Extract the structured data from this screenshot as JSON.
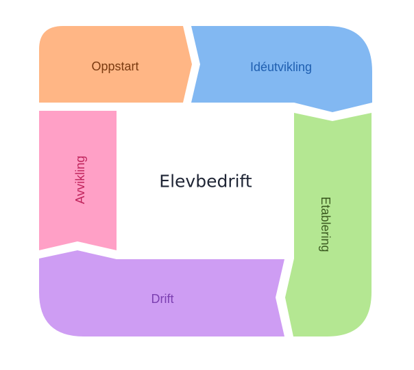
{
  "diagram": {
    "title": "Elevbedrift",
    "stages": [
      {
        "label": "Oppstart",
        "fill": "#ffb685",
        "text_color": "#7a3a10"
      },
      {
        "label": "Idéutvikling",
        "fill": "#82b8f2",
        "text_color": "#1f5fb0"
      },
      {
        "label": "Etablering",
        "fill": "#b4e792",
        "text_color": "#3b5a20"
      },
      {
        "label": "Drift",
        "fill": "#ce9df3",
        "text_color": "#7b3fb0"
      },
      {
        "label": "Avvikling",
        "fill": "#ffa0c6",
        "text_color": "#c0245c"
      }
    ],
    "title_color": "#1f2535"
  }
}
